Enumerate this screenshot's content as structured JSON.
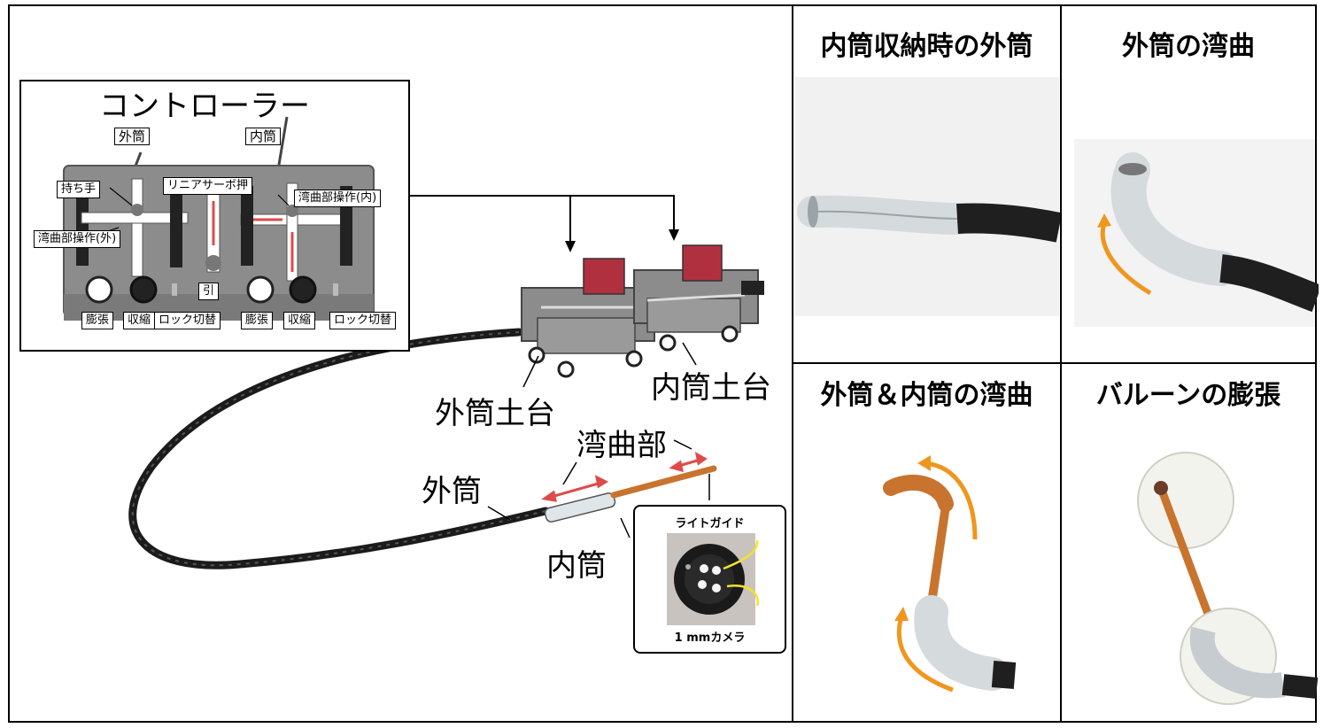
{
  "controller": {
    "title": "コントローラー",
    "labels": {
      "outer_tube": "外筒",
      "inner_tube": "内筒",
      "handle": "持ち手",
      "linear_servo_push": "リニアサーボ押",
      "bend_inner": "湾曲部操作(内)",
      "bend_outer": "湾曲部操作(外)",
      "pull": "引",
      "inflate_1": "膨張",
      "deflate_1": "収縮",
      "lock_switch_1": "ロック切替",
      "inflate_2": "膨張",
      "deflate_2": "収縮",
      "lock_switch_2": "ロック切替"
    }
  },
  "main": {
    "outer_base": "外筒土台",
    "inner_base": "内筒土台",
    "bending_section": "湾曲部",
    "outer_tube": "外筒",
    "inner_tube": "内筒",
    "inset": {
      "light_guide": "ライトガイド",
      "camera": "1 mmカメラ"
    }
  },
  "panels": {
    "top_left": "内筒収納時の外筒",
    "top_right": "外筒の湾曲",
    "bottom_left": "外筒＆内筒の湾曲",
    "bottom_right": "バルーンの膨張"
  },
  "colors": {
    "arrow_red": "#e04a4a",
    "arrow_orange": "#f0961e",
    "tube_orange": "#c8742e",
    "device_gray": "#8c8c8c"
  }
}
